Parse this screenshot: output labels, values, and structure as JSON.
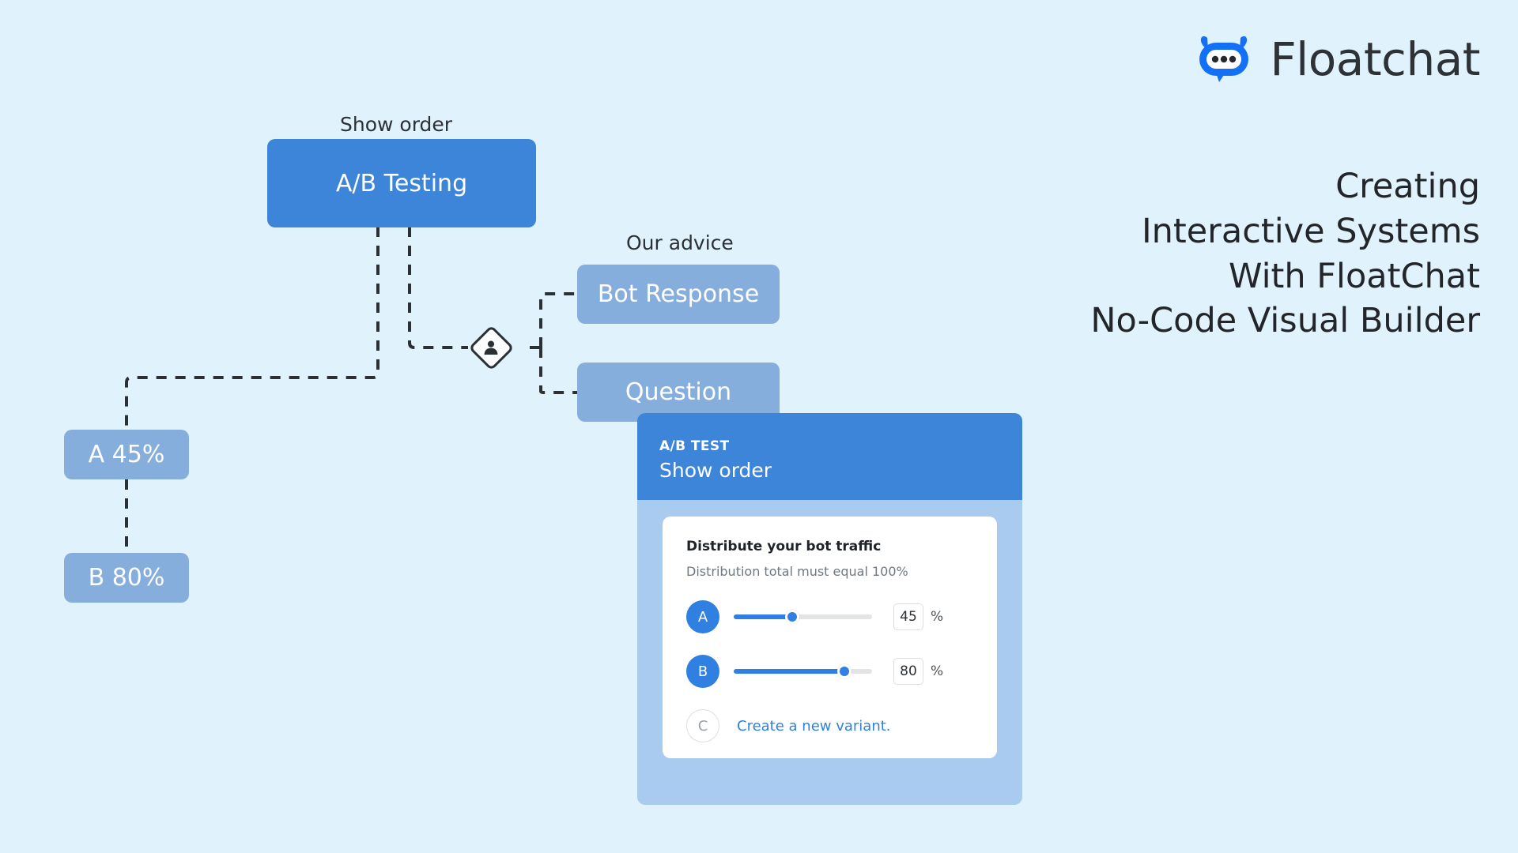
{
  "brand": {
    "name": "Floatchat",
    "logo_icon": "chatbot-logo-icon",
    "logo_color": "#1470f5"
  },
  "headline": {
    "line1": "Creating",
    "line2": "Interactive Systems",
    "line3": "With FloatChat",
    "line4": "No-Code Visual Builder"
  },
  "flow": {
    "captions": {
      "show_order": "Show order",
      "our_advice": "Our advice"
    },
    "nodes": {
      "ab_testing": "A/B Testing",
      "bot_response": "Bot Response",
      "question": "Question",
      "variant_a": "A 45%",
      "variant_b": "B 80%"
    },
    "person_icon": "person-icon",
    "colors": {
      "primary": "#3d85d8",
      "soft": "#86aedd",
      "background": "#e0f2fb",
      "connector": "#2b3034"
    }
  },
  "panel": {
    "kicker": "A/B TEST",
    "title": "Show order",
    "card": {
      "title": "Distribute your bot traffic",
      "subtitle": "Distribution total must equal 100%",
      "percent_sign": "%",
      "variants": [
        {
          "letter": "A",
          "value": "45",
          "fill_pct": 42,
          "active": true
        },
        {
          "letter": "B",
          "value": "80",
          "fill_pct": 80,
          "active": true
        }
      ],
      "new_variant": {
        "letter": "C",
        "label": "Create a new variant."
      }
    }
  }
}
